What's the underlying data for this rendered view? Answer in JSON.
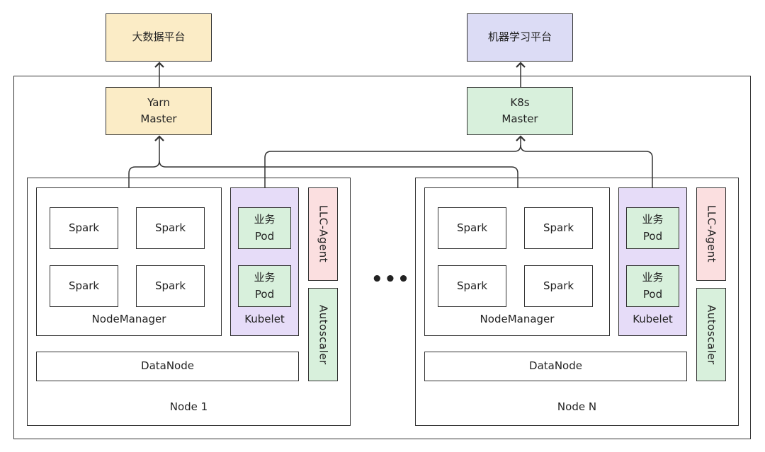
{
  "platforms": {
    "bigdata": "大数据平台",
    "ml": "机器学习平台"
  },
  "masters": {
    "yarn": "Yarn\nMaster",
    "k8s": "K8s\nMaster"
  },
  "nodes": [
    {
      "label": "Node 1",
      "spark": [
        "Spark",
        "Spark",
        "Spark",
        "Spark"
      ],
      "nodemanager": "NodeManager",
      "pods": [
        "业务\nPod",
        "业务\nPod"
      ],
      "kubelet": "Kubelet",
      "agent": "LLC-Agent",
      "autoscaler": "Autoscaler",
      "datanode": "DataNode"
    },
    {
      "label": "Node N",
      "spark": [
        "Spark",
        "Spark",
        "Spark",
        "Spark"
      ],
      "nodemanager": "NodeManager",
      "pods": [
        "业务\nPod",
        "业务\nPod"
      ],
      "kubelet": "Kubelet",
      "agent": "LLC-Agent",
      "autoscaler": "Autoscaler",
      "datanode": "DataNode"
    }
  ],
  "ellipsis": "•••",
  "colors": {
    "platform_bigdata": "#fbecc6",
    "platform_ml": "#dcdcf5",
    "yarn_master": "#fbecc6",
    "k8s_master": "#d8f0dc",
    "pod": "#d8f0dc",
    "kubelet": "#e6dcf8",
    "agent": "#fbdfe0",
    "autoscaler": "#d8f0dc",
    "line": "#333333"
  }
}
